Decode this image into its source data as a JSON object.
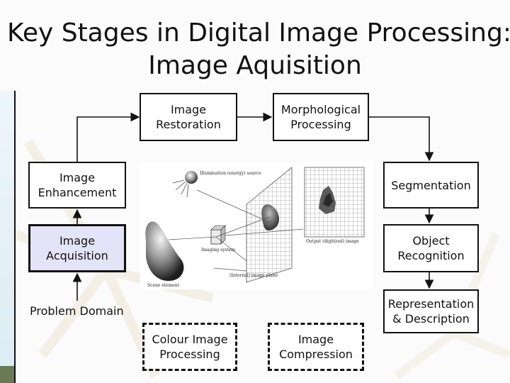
{
  "title": {
    "line1": "Key Stages in Digital Image Processing:",
    "line2": "Image Aquisition"
  },
  "stages": {
    "restoration": "Image Restoration",
    "morphological": "Morphological Processing",
    "enhancement": "Image Enhancement",
    "segmentation": "Segmentation",
    "acquisition": "Image Acquisition",
    "recognition": "Object Recognition",
    "representation": "Representation & Description",
    "colour": "Colour Image Processing",
    "compression": "Image Compression",
    "problem_domain": "Problem Domain"
  },
  "figure": {
    "illumination": "Illumination (energy) source",
    "output_image": "Output (digitized) image",
    "imaging_system": "Imaging system",
    "image_plane": "(Internal) image plane",
    "scene": "Scene element"
  },
  "colors": {
    "active_box": "#e4e4f8",
    "line": "#111111"
  }
}
